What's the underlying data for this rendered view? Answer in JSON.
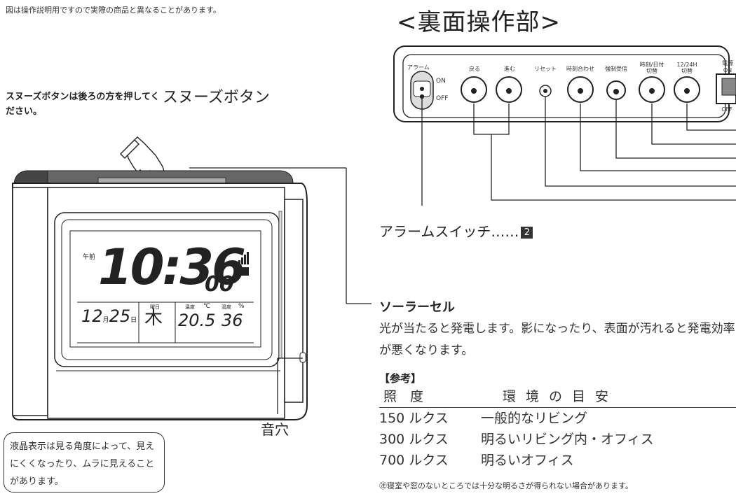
{
  "top_note": "図は操作説明用ですので実際の商品と異なることがあります。",
  "title": "<裏面操作部>",
  "snooze_note": "スヌーズボタンは後ろの方を押してください。",
  "snooze_label": "スヌーズボタン",
  "sound_hole_label": "音穴",
  "lcd_note": "液晶表示は見る角度によって、見えにくくなったり、ムラに見えることがあります。",
  "clock_display": {
    "ampm": "午前",
    "time": "10:36",
    "seconds": "00",
    "date_month": "12",
    "date_month_unit": "月",
    "date_day": "25",
    "date_day_unit": "日",
    "weekday_label": "曜日",
    "weekday": "木",
    "temp_label": "温度",
    "temp_unit": "℃",
    "temp_value": "20.5",
    "humidity_label": "湿度",
    "humidity_unit": "%",
    "humidity_value": "36"
  },
  "back_panel": {
    "alarm_label": "アラーム",
    "alarm_on": "ON",
    "alarm_off": "OFF",
    "buttons": [
      "戻る",
      "進む",
      "リセット",
      "時刻合わせ",
      "強制受信",
      "時刻/日付\n切替",
      "12/24H\n切替"
    ],
    "power_label": "電源",
    "power_on": "ON",
    "power_off": "OFF"
  },
  "alarm_switch_label": "アラームスイッチ……",
  "alarm_switch_ref": "2",
  "solar": {
    "heading": "ソーラーセル",
    "description": "光が当たると発電します。影になったり、表面が汚れると発電効率が悪くなります。"
  },
  "reference": {
    "heading": "【参考】",
    "col_illuminance": "照度",
    "col_environment": "環境の目安",
    "rows": [
      {
        "lux": "150 ルクス",
        "env": "一般的なリビング"
      },
      {
        "lux": "300 ルクス",
        "env": "明るいリビング内・オフィス"
      },
      {
        "lux": "700 ルクス",
        "env": "明るいオフィス"
      }
    ],
    "footnote": "㊟寝室や窓のないところでは十分な明るさが得られない場合があります。"
  }
}
